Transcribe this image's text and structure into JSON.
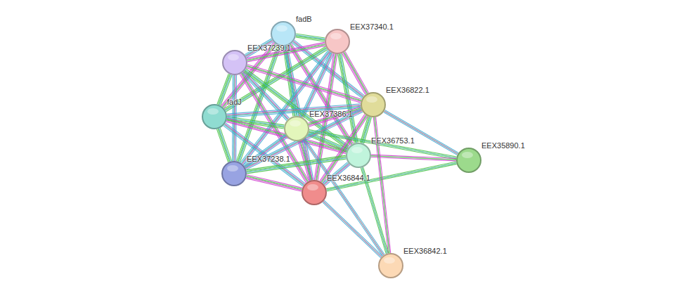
{
  "diagram": {
    "nodes": [
      {
        "text": [
          "fadB"
        ]
      },
      {
        "text": [
          "EEX37340.1"
        ]
      },
      {
        "text": [
          "EEX37239.1"
        ]
      },
      {
        "text": [
          "fadJ"
        ]
      },
      {
        "text": [
          "EEX37386.1"
        ]
      },
      {
        "text": [
          "EEX36822.1"
        ]
      },
      {
        "text": [
          "EEX36753.1"
        ]
      },
      {
        "text": [
          "EEX35890.1"
        ]
      },
      {
        "text": [
          "EEX37238.1"
        ]
      },
      {
        "text": [
          "EEX36844.1"
        ]
      },
      {
        "text": [
          "EEX36842.1"
        ]
      }
    ],
    "edges": [
      {
        "from": 0,
        "to": 1,
        "arrow": "none"
      },
      {
        "from": 0,
        "to": 2,
        "arrow": "none"
      },
      {
        "from": 0,
        "to": 3,
        "arrow": "none"
      },
      {
        "from": 0,
        "to": 4,
        "arrow": "none"
      },
      {
        "from": 0,
        "to": 5,
        "arrow": "none"
      },
      {
        "from": 0,
        "to": 6,
        "arrow": "none"
      },
      {
        "from": 0,
        "to": 8,
        "arrow": "none"
      },
      {
        "from": 0,
        "to": 9,
        "arrow": "none"
      },
      {
        "from": 1,
        "to": 2,
        "arrow": "none"
      },
      {
        "from": 1,
        "to": 3,
        "arrow": "none"
      },
      {
        "from": 1,
        "to": 4,
        "arrow": "none"
      },
      {
        "from": 1,
        "to": 5,
        "arrow": "none"
      },
      {
        "from": 1,
        "to": 6,
        "arrow": "none"
      },
      {
        "from": 1,
        "to": 8,
        "arrow": "none"
      },
      {
        "from": 1,
        "to": 9,
        "arrow": "none"
      },
      {
        "from": 2,
        "to": 3,
        "arrow": "none"
      },
      {
        "from": 2,
        "to": 4,
        "arrow": "none"
      },
      {
        "from": 2,
        "to": 5,
        "arrow": "none"
      },
      {
        "from": 2,
        "to": 6,
        "arrow": "none"
      },
      {
        "from": 2,
        "to": 8,
        "arrow": "none"
      },
      {
        "from": 2,
        "to": 9,
        "arrow": "none"
      },
      {
        "from": 3,
        "to": 4,
        "arrow": "none"
      },
      {
        "from": 3,
        "to": 5,
        "arrow": "none"
      },
      {
        "from": 3,
        "to": 6,
        "arrow": "none"
      },
      {
        "from": 3,
        "to": 8,
        "arrow": "none"
      },
      {
        "from": 3,
        "to": 9,
        "arrow": "none"
      },
      {
        "from": 4,
        "to": 5,
        "arrow": "none"
      },
      {
        "from": 4,
        "to": 6,
        "arrow": "none"
      },
      {
        "from": 4,
        "to": 8,
        "arrow": "none"
      },
      {
        "from": 4,
        "to": 9,
        "arrow": "none"
      },
      {
        "from": 5,
        "to": 6,
        "arrow": "none"
      },
      {
        "from": 5,
        "to": 8,
        "arrow": "none"
      },
      {
        "from": 5,
        "to": 9,
        "arrow": "none"
      },
      {
        "from": 6,
        "to": 8,
        "arrow": "none"
      },
      {
        "from": 6,
        "to": 9,
        "arrow": "none"
      },
      {
        "from": 8,
        "to": 9,
        "arrow": "none"
      },
      {
        "from": 7,
        "to": 4,
        "arrow": "none"
      },
      {
        "from": 7,
        "to": 5,
        "arrow": "none"
      },
      {
        "from": 7,
        "to": 6,
        "arrow": "none"
      },
      {
        "from": 7,
        "to": 9,
        "arrow": "none"
      },
      {
        "from": 10,
        "to": 4,
        "arrow": "none"
      },
      {
        "from": 10,
        "to": 5,
        "arrow": "none"
      },
      {
        "from": 10,
        "to": 6,
        "arrow": "none"
      },
      {
        "from": 10,
        "to": 9,
        "arrow": "none"
      }
    ]
  }
}
